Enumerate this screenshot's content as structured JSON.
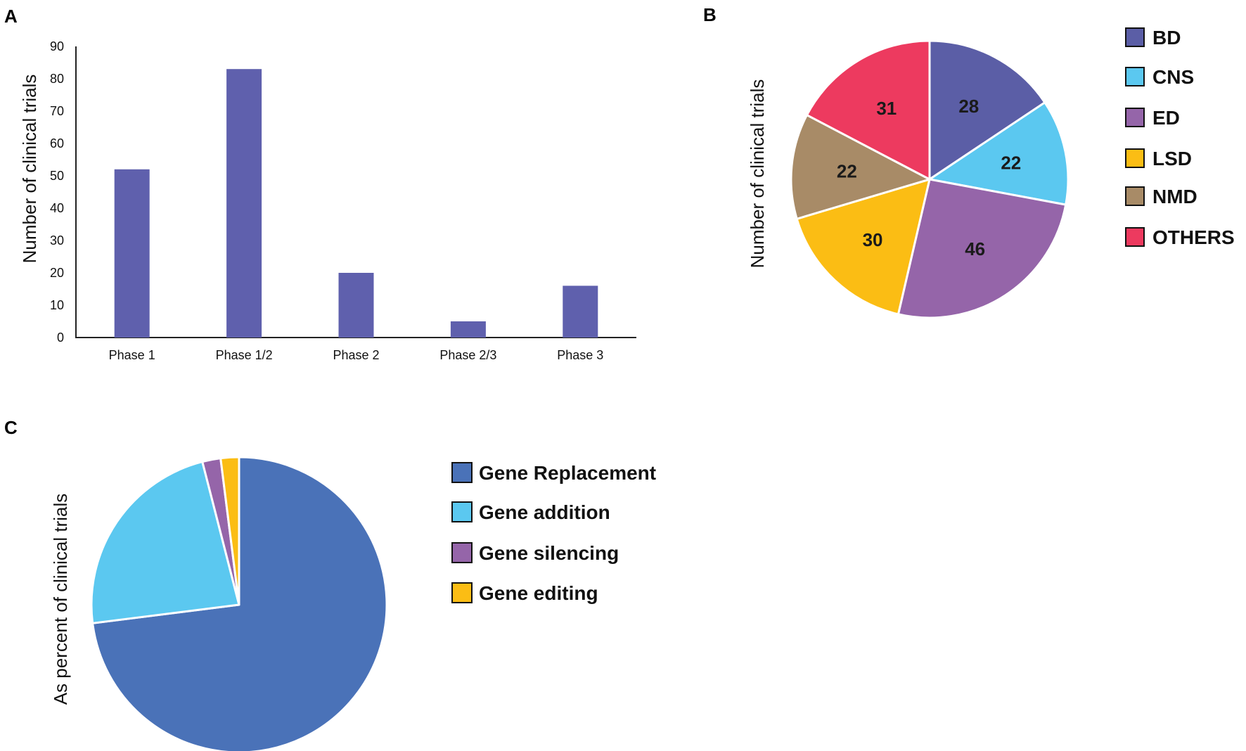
{
  "chart_data": [
    {
      "panel": "A",
      "type": "bar",
      "ylabel": "Number of clinical trials",
      "categories": [
        "Phase 1",
        "Phase 1/2",
        "Phase 2",
        "Phase 2/3",
        "Phase 3"
      ],
      "values": [
        52,
        83,
        20,
        5,
        16
      ],
      "ylim": [
        0,
        90
      ],
      "yticks": [
        0,
        10,
        20,
        30,
        40,
        50,
        60,
        70,
        80,
        90
      ],
      "color": "#5f60ad",
      "grid": false
    },
    {
      "panel": "B",
      "type": "pie",
      "ylabel": "Number of clinical trials",
      "legend_position": "right",
      "slices": [
        {
          "name": "BD",
          "value": 28,
          "color": "#5b5ea6"
        },
        {
          "name": "CNS",
          "value": 22,
          "color": "#5bc8f0"
        },
        {
          "name": "ED",
          "value": 46,
          "color": "#9565a9"
        },
        {
          "name": "LSD",
          "value": 30,
          "color": "#fbbd14"
        },
        {
          "name": "NMD",
          "value": 22,
          "color": "#a88b67"
        },
        {
          "name": "OTHERS",
          "value": 31,
          "color": "#ed3a5f"
        }
      ]
    },
    {
      "panel": "C",
      "type": "pie",
      "ylabel": "As percent of clinical trials",
      "legend_position": "right",
      "slices": [
        {
          "name": "Gene Replacement",
          "value": 73,
          "color": "#4a72b8"
        },
        {
          "name": "Gene addition",
          "value": 23,
          "color": "#5bc8f0"
        },
        {
          "name": "Gene silencing",
          "value": 2,
          "color": "#9565a9"
        },
        {
          "name": "Gene editing",
          "value": 2,
          "color": "#fbbd14"
        }
      ]
    }
  ]
}
